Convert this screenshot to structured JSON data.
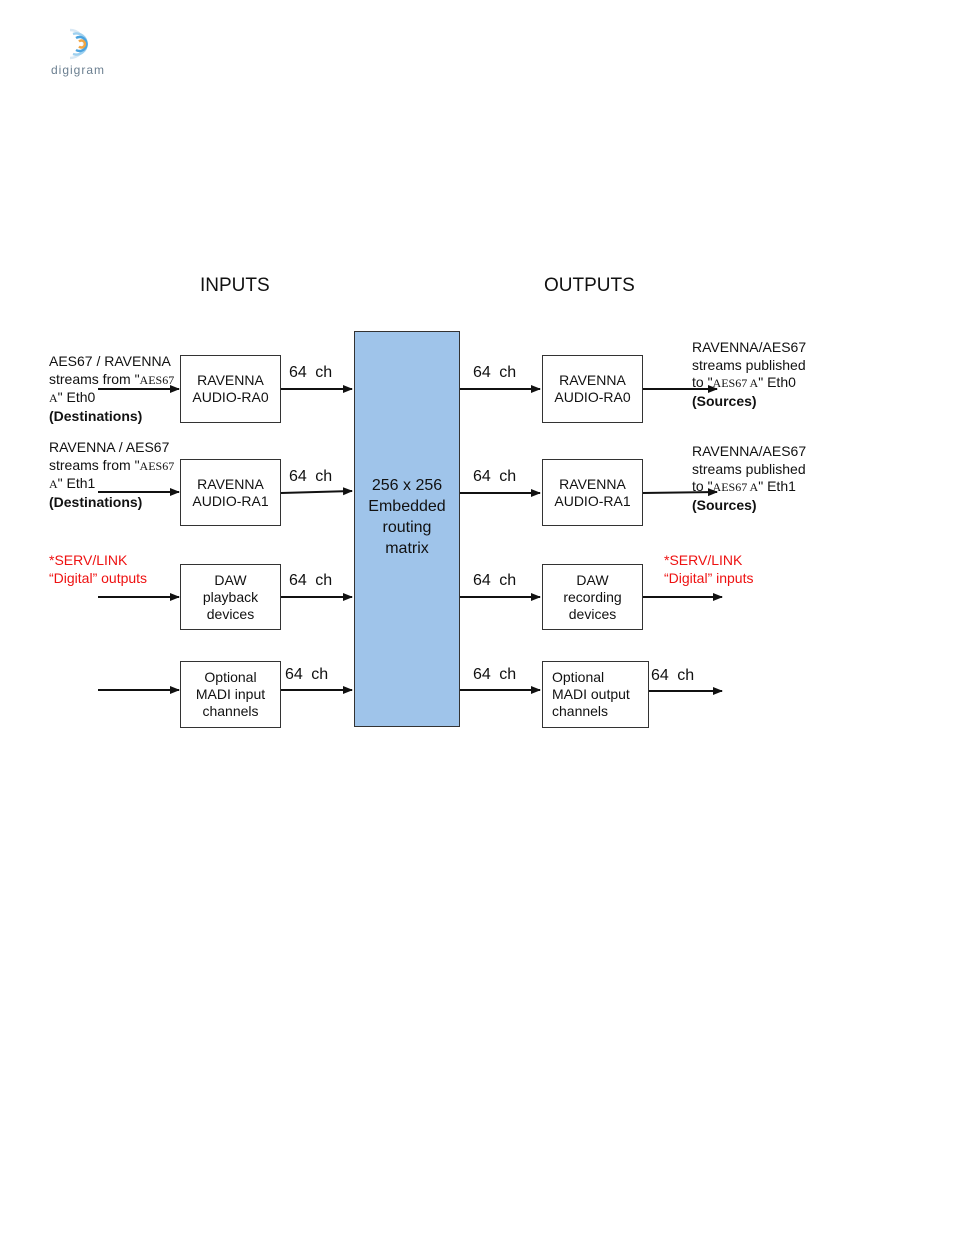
{
  "header": {
    "logo_icon": "digigram-swirl-icon",
    "logo_text": "digigram",
    "brand_color": "#4aa3df"
  },
  "diagram": {
    "inputs_heading": "INPUTS",
    "outputs_heading": "OUTPUTS",
    "matrix_label": "256 x 256\nEmbedded\nrouting\nmatrix",
    "matrix_color": "#9fc4ea",
    "channel_label": "64  ch",
    "inputs": [
      {
        "box": [
          "RAVENNA",
          "AUDIO-RA0"
        ],
        "source_lines": [
          {
            "pre": "AES67 / RAVENNA"
          },
          {
            "pre": "streams from \"",
            "serif": "AES67"
          },
          {
            "serif": "A",
            "post": "\" Eth0"
          },
          {
            "bold": "(Destinations)"
          }
        ]
      },
      {
        "box": [
          "RAVENNA",
          "AUDIO-RA1"
        ],
        "source_lines": [
          {
            "pre": "RAVENNA / AES67"
          },
          {
            "pre": "streams from \"",
            "serif": "AES67"
          },
          {
            "serif": "A",
            "post": "\" Eth1"
          },
          {
            "bold": "(Destinations)"
          }
        ]
      },
      {
        "box": [
          "DAW",
          "playback",
          "devices"
        ],
        "source_lines": [
          {
            "pre": "*SERV/LINK"
          },
          {
            "pre": "“Digital” outputs"
          }
        ]
      },
      {
        "box": [
          "Optional",
          "MADI input",
          "channels"
        ],
        "source_lines": []
      }
    ],
    "outputs": [
      {
        "box": [
          "RAVENNA",
          "AUDIO-RA0"
        ],
        "dest_lines": [
          {
            "pre": "RAVENNA/AES67"
          },
          {
            "pre": "streams published"
          },
          {
            "pre": "to \"",
            "serif": "AES67 A",
            "post": "\" Eth0"
          },
          {
            "bold": "(Sources)"
          }
        ]
      },
      {
        "box": [
          "RAVENNA",
          "AUDIO-RA1"
        ],
        "dest_lines": [
          {
            "pre": "RAVENNA/AES67"
          },
          {
            "pre": "streams published"
          },
          {
            "pre": "to \"",
            "serif": "AES67 A",
            "post": "\" Eth1"
          },
          {
            "bold": "(Sources)"
          }
        ]
      },
      {
        "box": [
          "DAW",
          "recording",
          "devices"
        ],
        "dest_lines": [
          {
            "pre": "*SERV/LINK"
          },
          {
            "pre": "“Digital” inputs"
          }
        ]
      },
      {
        "box": [
          "Optional",
          "MADI output",
          "channels"
        ],
        "dest_lines": [],
        "channel_after": "64  ch"
      }
    ],
    "highlight_color": "#ee1111"
  }
}
